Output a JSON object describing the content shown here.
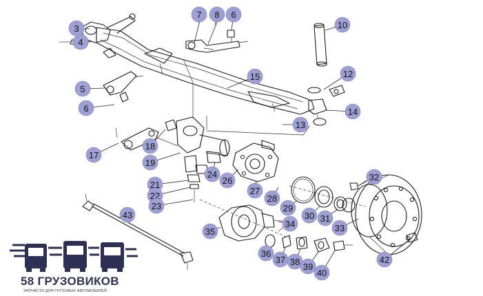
{
  "callouts": [
    {
      "label": "3"
    },
    {
      "label": "4"
    },
    {
      "label": "7"
    },
    {
      "label": "8"
    },
    {
      "label": "6"
    },
    {
      "label": "10"
    },
    {
      "label": "12"
    },
    {
      "label": "15"
    },
    {
      "label": "5"
    },
    {
      "label": "6"
    },
    {
      "label": "14"
    },
    {
      "label": "13"
    },
    {
      "label": "18"
    },
    {
      "label": "17"
    },
    {
      "label": "19"
    },
    {
      "label": "24"
    },
    {
      "label": "26"
    },
    {
      "label": "32"
    },
    {
      "label": "27"
    },
    {
      "label": "21"
    },
    {
      "label": "22"
    },
    {
      "label": "23"
    },
    {
      "label": "28"
    },
    {
      "label": "29"
    },
    {
      "label": "30"
    },
    {
      "label": "31"
    },
    {
      "label": "43"
    },
    {
      "label": "34"
    },
    {
      "label": "33"
    },
    {
      "label": "35"
    },
    {
      "label": "36"
    },
    {
      "label": "37"
    },
    {
      "label": "38"
    },
    {
      "label": "39"
    },
    {
      "label": "40"
    },
    {
      "label": "42"
    }
  ],
  "logo": {
    "name": "58 ГРУЗОВИКОВ",
    "tagline": "ЗАПЧАСТИ ДЛЯ ГРУЗОВЫХ АВТОМОБИЛЕЙ",
    "color": "#2e2f54"
  },
  "colors": {
    "callout_fill": "#9e9fd3",
    "line": "#1a1a1a"
  }
}
